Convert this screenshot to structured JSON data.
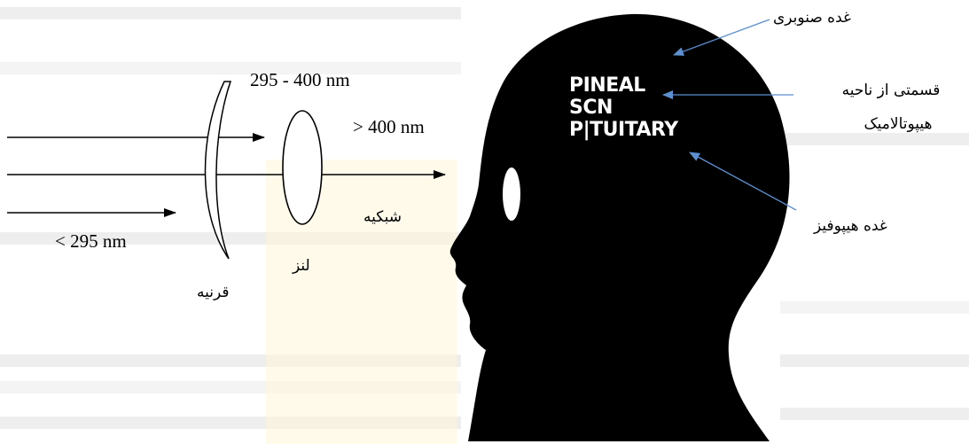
{
  "wavelengths": {
    "visible_range": "295 - 400 nm",
    "above_400": "> 400 nm",
    "below_295": "< 295 nm"
  },
  "eye_labels": {
    "cornea": "قرنیه",
    "lens": "لنز",
    "retina": "شبکیه"
  },
  "brain_labels": {
    "pineal": "PINEAL",
    "scn": "SCN",
    "pituitary": "P|TUITARY"
  },
  "callouts": {
    "pineal_gland": "غده صنوبری",
    "hypothalamus_line1": "قسمتی از ناحیه",
    "hypothalamus_line2": "هیپوتالامیک",
    "pituitary_gland": "غده هیپوفیز"
  },
  "colors": {
    "callout_line": "#5b8fd0",
    "head": "#000000",
    "accent_band": "#ffe27a"
  }
}
